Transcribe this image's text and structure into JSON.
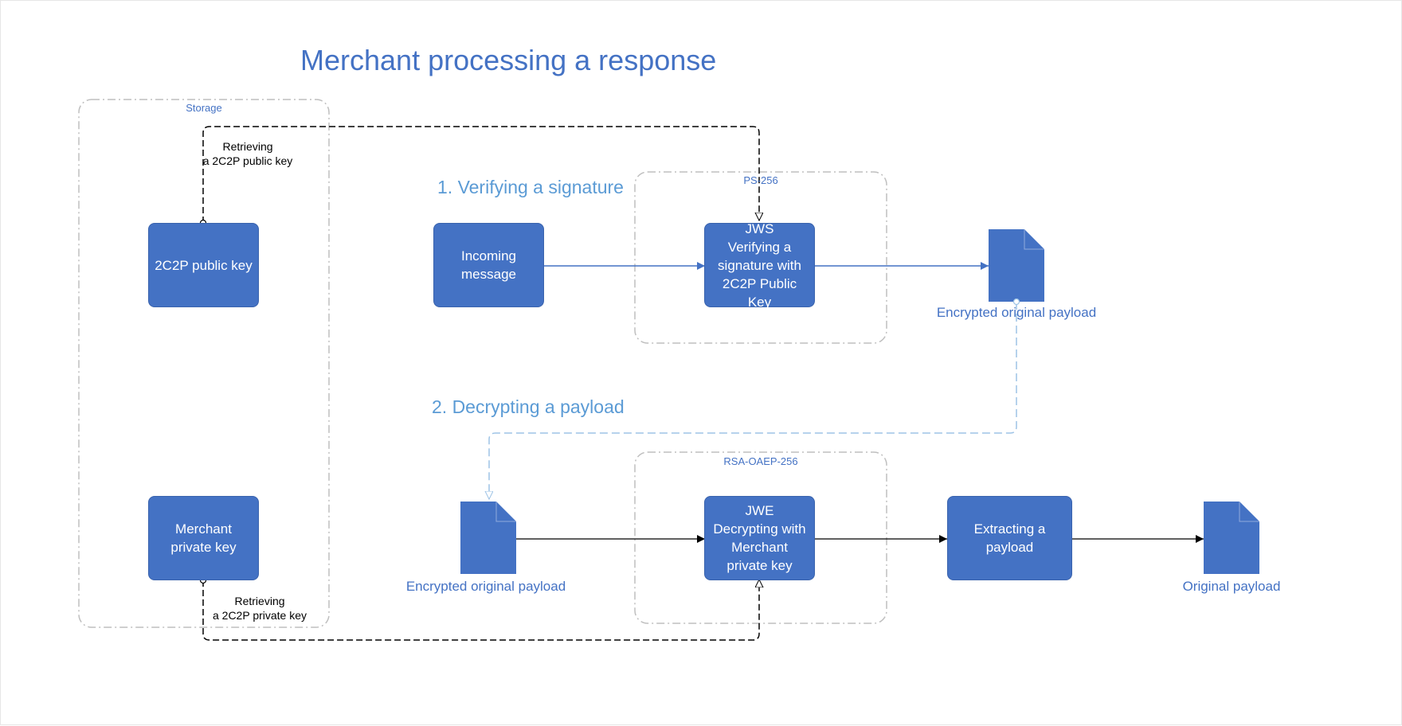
{
  "title": "Merchant processing a response",
  "storage": {
    "label": "Storage"
  },
  "sections": {
    "verify": "1. Verifying a signature",
    "decrypt": "2. Decrypting a payload"
  },
  "groups": {
    "ps256": "PS-256",
    "rsa": "RSA-OAEP-256"
  },
  "boxes": {
    "public_key": "2C2P public key",
    "private_key": "Merchant\nprivate key",
    "incoming": "Incoming\nmessage",
    "jws": "JWS\nVerifying a\nsignature with\n2C2P Public Key",
    "jwe": "JWE\nDecrypting with\nMerchant\nprivate key",
    "extract": "Extracting a\npayload"
  },
  "documents": {
    "encrypted_top": "Encrypted original payload",
    "encrypted_bottom": "Encrypted original payload",
    "original": "Original payload"
  },
  "connectors": {
    "retrieve_public": "Retrieving\na 2C2P public key",
    "retrieve_private": "Retrieving\na 2C2P private key"
  },
  "colors": {
    "primary": "#4472C4",
    "section": "#5B9BD5",
    "group_border": "#BFBFBF",
    "dashed_link": "#9DC3E6"
  }
}
